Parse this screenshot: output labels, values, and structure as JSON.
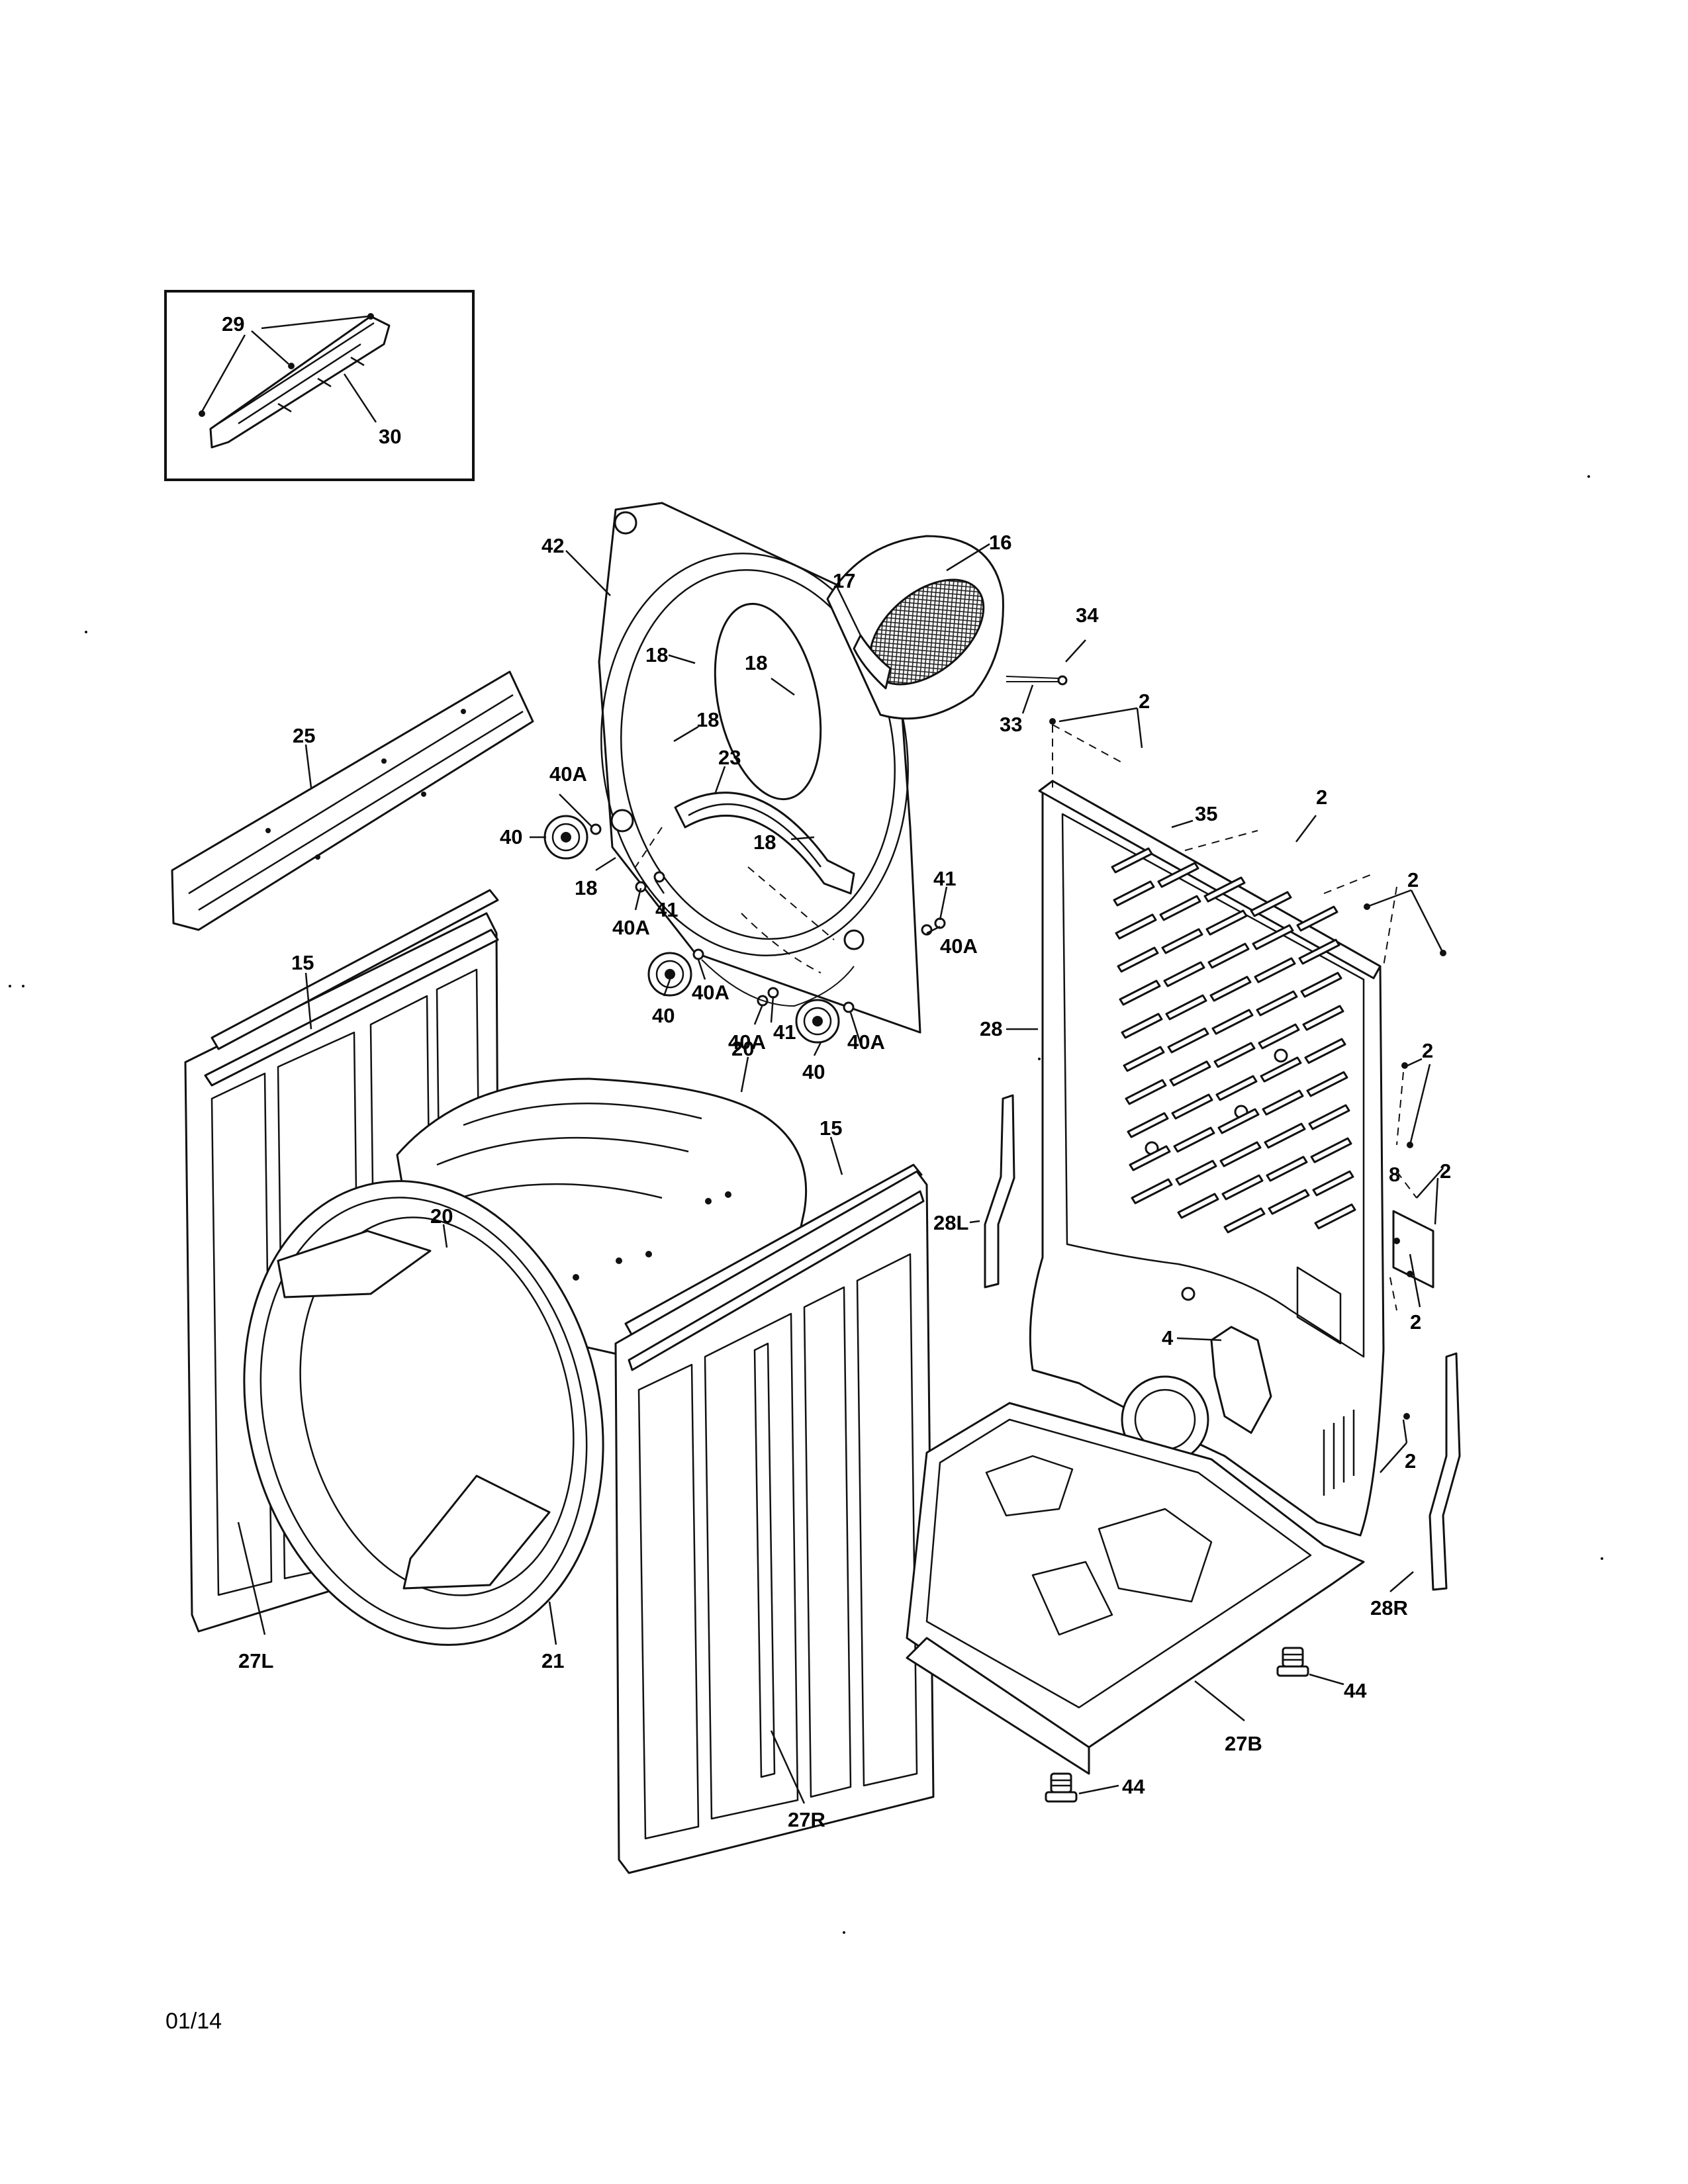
{
  "callouts": {
    "c29": "29",
    "c30": "30",
    "c42": "42",
    "c16": "16",
    "c17": "17",
    "c34": "34",
    "c33": "33",
    "c2a": "2",
    "c2b": "2",
    "c2c": "2",
    "c2d": "2",
    "c2e": "2",
    "c2f": "2",
    "c2g": "2",
    "c18a": "18",
    "c18b": "18",
    "c18c": "18",
    "c18d": "18",
    "c18e": "18",
    "c23": "23",
    "c25": "25",
    "c40Aa": "40A",
    "c40a": "40",
    "c41a": "41",
    "c40Ab": "40A",
    "c41b": "41",
    "c40Ac": "40A",
    "c40b": "40",
    "c40Ad": "40A",
    "c41c": "41",
    "c40Ae": "40A",
    "c40c": "40",
    "c35": "35",
    "c28": "28",
    "c8": "8",
    "c15a": "15",
    "c15b": "15",
    "c20a": "20",
    "c20b": "20",
    "c28L": "28L",
    "c4": "4",
    "c21": "21",
    "c27L": "27L",
    "c27R": "27R",
    "c27B": "27B",
    "c28R": "28R",
    "c44a": "44",
    "c44b": "44"
  },
  "footer": {
    "date_code": "01/14"
  }
}
